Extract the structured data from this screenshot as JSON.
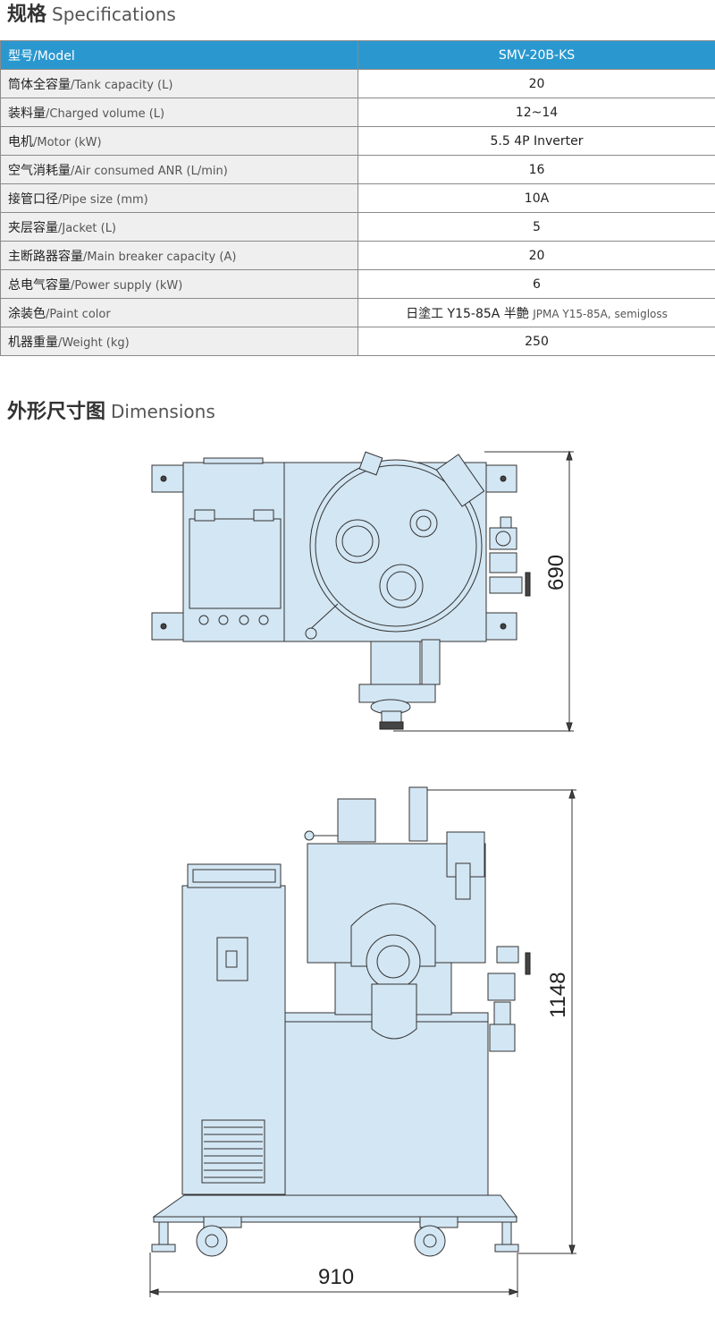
{
  "specifications": {
    "title_zh": "规格",
    "title_en": "Specifications",
    "header": {
      "label_zh": "型号",
      "label_en": "/Model",
      "value": "SMV-20B-KS"
    },
    "rows": [
      {
        "label_zh": "筒体全容量",
        "label_en": "/Tank capacity (L)",
        "value": "20"
      },
      {
        "label_zh": "装料量",
        "label_en": "/Charged volume (L)",
        "value": "12~14"
      },
      {
        "label_zh": "电机",
        "label_en": "/Motor (kW)",
        "value": "5.5 4P Inverter"
      },
      {
        "label_zh": "空气消耗量",
        "label_en": "/Air consumed ANR (L/min)",
        "value": "16"
      },
      {
        "label_zh": "接管口径",
        "label_en": "/Pipe size (mm)",
        "value": "10A"
      },
      {
        "label_zh": "夹层容量",
        "label_en": "/Jacket  (L)",
        "value": "5"
      },
      {
        "label_zh": "主断路器容量",
        "label_en": "/Main breaker capacity (A)",
        "value": "20"
      },
      {
        "label_zh": "总电气容量",
        "label_en": "/Power supply (kW)",
        "value": "6"
      },
      {
        "label_zh": "涂装色",
        "label_en": "/Paint color",
        "value": "日塗工 Y15-85A 半艶",
        "value_small": "JPMA Y15-85A, semigloss"
      },
      {
        "label_zh": "机器重量",
        "label_en": "/Weight (kg)",
        "value": "250"
      }
    ]
  },
  "dimensions": {
    "title_zh": "外形尺寸图",
    "title_en": "Dimensions",
    "top_view_depth": "690",
    "front_view_height": "1148",
    "front_view_width": "910"
  },
  "colors": {
    "header_blue": "#2a98cf",
    "machine_fill": "#d3e6f3",
    "label_bg": "#efefef"
  }
}
